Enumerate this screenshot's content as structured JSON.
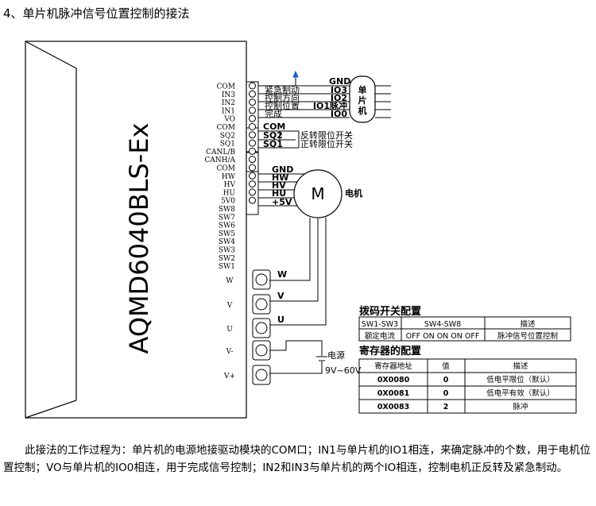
{
  "title": "4、单片机脉冲信号位置控制的接法",
  "driver_model": "AQMD6040BLS-Ex",
  "pins": [
    "COM",
    "IN3",
    "IN2",
    "IN1",
    "VO",
    "COM",
    "SQ2",
    "SQ1",
    "CANL/B",
    "CANH/A",
    "COM",
    "HW",
    "HV",
    "HU",
    "5V0",
    "SW8",
    "SW7",
    "SW6",
    "SW5",
    "SW4",
    "SW3",
    "SW2",
    "SW1"
  ],
  "power_pins": [
    "W",
    "V",
    "U",
    "V-",
    "V+"
  ],
  "mcu_wires": [
    {
      "func": "紧急制动",
      "io": "IO3"
    },
    {
      "func": "控制方向",
      "io": "IO2"
    },
    {
      "func": "控制位置",
      "io": "IO1脉冲"
    },
    {
      "func": "完成",
      "io": "IO0"
    }
  ],
  "mcu_gnd": "GND",
  "mcu_label": "单片机",
  "limit": {
    "com": "COM",
    "sq2": "SQ2",
    "sq2_desc": "反转限位开关",
    "sq1": "SQ1",
    "sq1_desc": "正转限位开关"
  },
  "motor_wires": [
    "GND",
    "HW",
    "HV",
    "HU",
    "+5V"
  ],
  "motor_symbol": "M",
  "motor_label": "电机",
  "phase_labels": [
    "W",
    "V",
    "U"
  ],
  "power_source": {
    "label": "电源",
    "voltage": "9V~60V"
  },
  "dip_table": {
    "title": "拨码开关配置",
    "headers": [
      "SW1-SW3",
      "SW4-SW8",
      "描述"
    ],
    "rows": [
      [
        "额定电流",
        "OFF ON ON ON OFF",
        "脉冲信号位置控制"
      ]
    ]
  },
  "reg_table": {
    "title": "寄存器的配置",
    "headers": [
      "寄存器地址",
      "值",
      "描述"
    ],
    "rows": [
      [
        "0X0080",
        "0",
        "低电平限位（默认）"
      ],
      [
        "0X0081",
        "0",
        "低电平有效（默认）"
      ],
      [
        "0X0083",
        "2",
        "脉冲"
      ]
    ]
  },
  "description": [
    "此接法的工作过程为：单片机的电源地接驱动模块的COM口；IN1与单片机的IO1相连，来确定脉冲的个数，用于电机位置控制；VO与单片机的IO0相连，用于完成信号控制；IN2和IN3与单片机的两个IO相连，控制电机正反转及紧急制动。"
  ]
}
